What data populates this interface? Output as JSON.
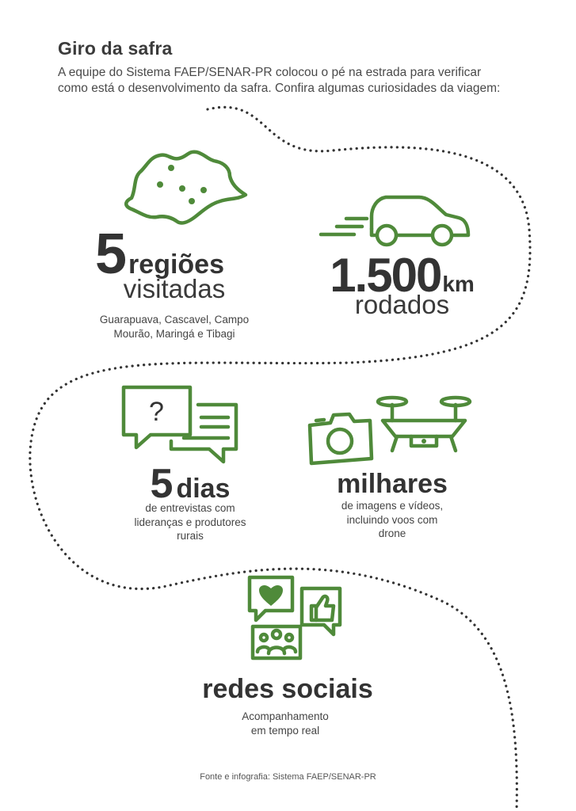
{
  "header": {
    "title": "Giro da safra",
    "intro": "A equipe do Sistema FAEP/SENAR-PR colocou o pé na estrada para verificar como está o desenvolvimento da safra. Confira algumas curiosidades da viagem:"
  },
  "stats": {
    "regions": {
      "number": "5",
      "unit": "regiões",
      "label": "visitadas",
      "detail_line1": "Guarapuava, Cascavel, Campo",
      "detail_line2": "Mourão, Maringá e Tibagi",
      "icon": "parana-map-icon"
    },
    "distance": {
      "number": "1.500",
      "unit": "km",
      "label": "rodados",
      "icon": "car-icon"
    },
    "days": {
      "number": "5",
      "unit": "dias",
      "detail_line1": "de entrevistas com",
      "detail_line2": "lideranças e produtores",
      "detail_line3": "rurais",
      "icon": "chat-bubbles-icon"
    },
    "media": {
      "headline": "milhares",
      "detail_line1": "de imagens e vídeos,",
      "detail_line2": "incluindo voos com",
      "detail_line3": "drone",
      "icon": "camera-drone-icon"
    },
    "social": {
      "headline": "redes sociais",
      "detail_line1": "Acompanhamento",
      "detail_line2": "em tempo real",
      "icon": "social-media-icon"
    }
  },
  "footer": {
    "source": "Fonte e infografia: Sistema FAEP/SENAR-PR"
  },
  "colors": {
    "accent": "#4f8a3a",
    "text": "#333333",
    "path": "#333333"
  }
}
